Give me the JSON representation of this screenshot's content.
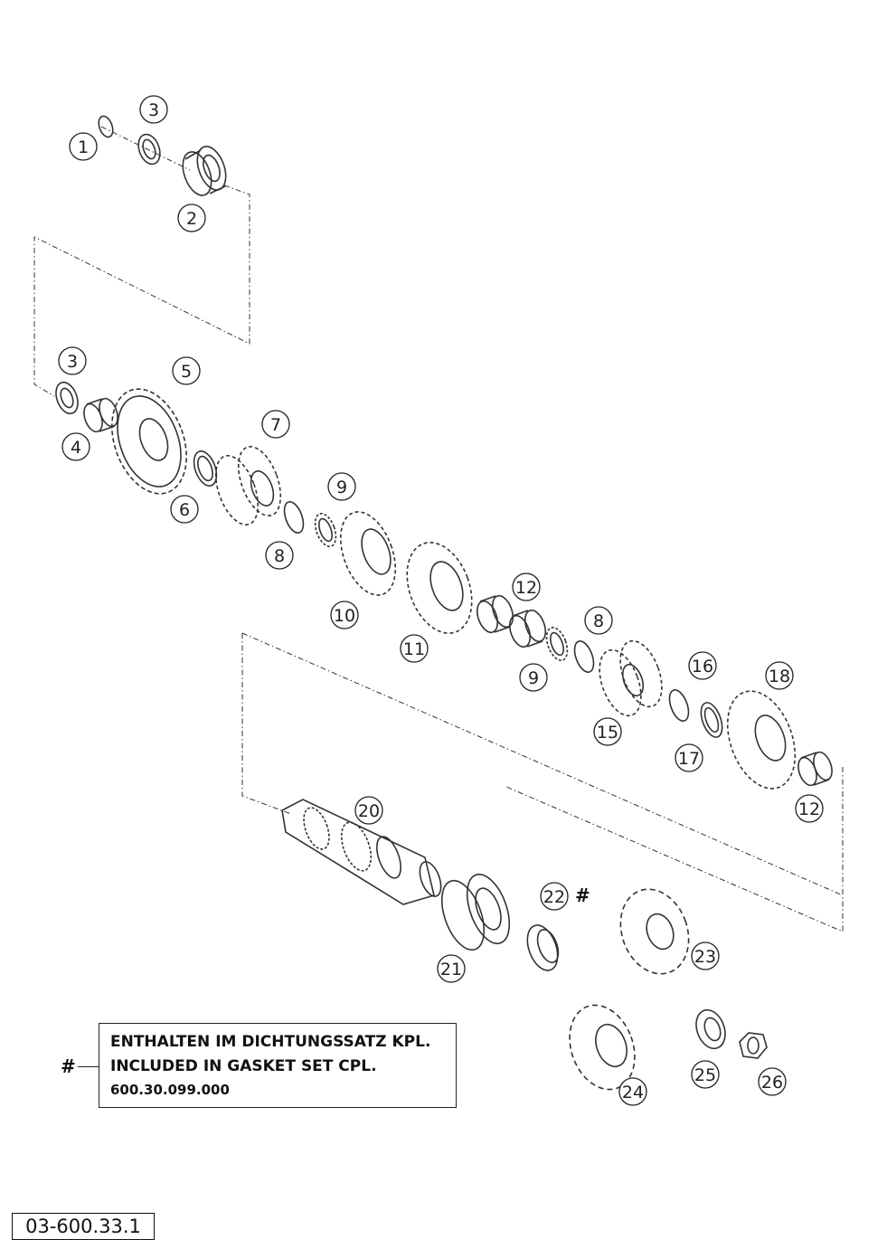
{
  "callouts": [
    {
      "label": "1"
    },
    {
      "label": "3"
    },
    {
      "label": "2"
    },
    {
      "label": "3"
    },
    {
      "label": "5"
    },
    {
      "label": "4"
    },
    {
      "label": "6"
    },
    {
      "label": "7"
    },
    {
      "label": "9"
    },
    {
      "label": "8"
    },
    {
      "label": "10"
    },
    {
      "label": "11"
    },
    {
      "label": "12"
    },
    {
      "label": "8"
    },
    {
      "label": "9"
    },
    {
      "label": "16"
    },
    {
      "label": "18"
    },
    {
      "label": "15"
    },
    {
      "label": "17"
    },
    {
      "label": "12"
    },
    {
      "label": "20"
    },
    {
      "label": "22"
    },
    {
      "label": "21"
    },
    {
      "label": "23"
    },
    {
      "label": "24"
    },
    {
      "label": "25"
    },
    {
      "label": "26"
    }
  ],
  "part_22_marker": "#",
  "note": {
    "marker": "#",
    "line1": "ENTHALTEN IM DICHTUNGSSATZ KPL.",
    "line2": "INCLUDED IN GASKET SET CPL.",
    "line3": "600.30.099.000"
  },
  "drawing_number": "03-600.33.1"
}
